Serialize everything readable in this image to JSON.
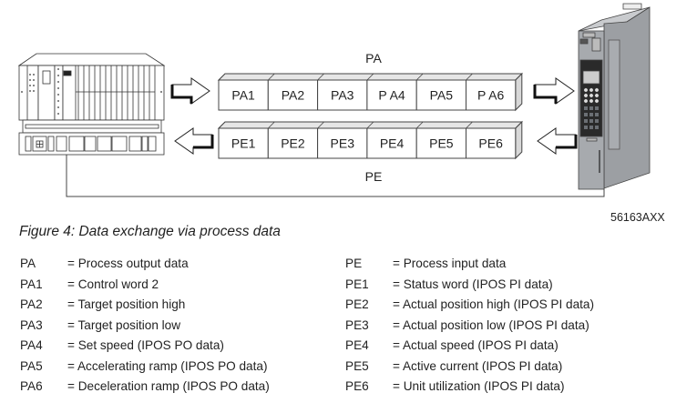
{
  "diagram": {
    "pa_label": "PA",
    "pe_label": "PE",
    "pa_cells": [
      "PA1",
      "PA2",
      "PA3",
      "P A4",
      "PA5",
      "P A6"
    ],
    "pe_cells": [
      "PE1",
      "PE2",
      "PE3",
      "PE4",
      "PE5",
      "PE6"
    ],
    "devices": {
      "left": "controller-rack",
      "right": "inverter-unit"
    },
    "arrows": {
      "pa_direction": "right",
      "pe_direction": "left"
    },
    "colors": {
      "line": "#444444",
      "box_face": "#ffffff",
      "box_side": "#d8d8d8",
      "box_top": "#e6e6e6",
      "device_gray": "#a7aaae",
      "device_dark": "#2a2a2a"
    }
  },
  "figure_id": "56163AXX",
  "caption": "Figure 4: Data exchange via process data",
  "legend": {
    "left": [
      {
        "key": "PA",
        "desc": "= Process output data"
      },
      {
        "key": "PA1",
        "desc": "= Control word 2"
      },
      {
        "key": "PA2",
        "desc": "= Target position high"
      },
      {
        "key": "PA3",
        "desc": "= Target position low"
      },
      {
        "key": "PA4",
        "desc": "= Set speed (IPOS PO data)"
      },
      {
        "key": "PA5",
        "desc": "= Accelerating ramp (IPOS PO data)"
      },
      {
        "key": "PA6",
        "desc": "= Deceleration ramp (IPOS PO data)"
      }
    ],
    "right": [
      {
        "key": "PE",
        "desc": "= Process input data"
      },
      {
        "key": "PE1",
        "desc": "= Status word (IPOS PI data)"
      },
      {
        "key": "PE2",
        "desc": "= Actual position high (IPOS PI data)"
      },
      {
        "key": "PE3",
        "desc": "= Actual position low (IPOS PI data)"
      },
      {
        "key": "PE4",
        "desc": "= Actual speed (IPOS PI data)"
      },
      {
        "key": "PE5",
        "desc": "= Active current (IPOS PI data)"
      },
      {
        "key": "PE6",
        "desc": "= Unit utilization (IPOS PI data)"
      }
    ]
  }
}
